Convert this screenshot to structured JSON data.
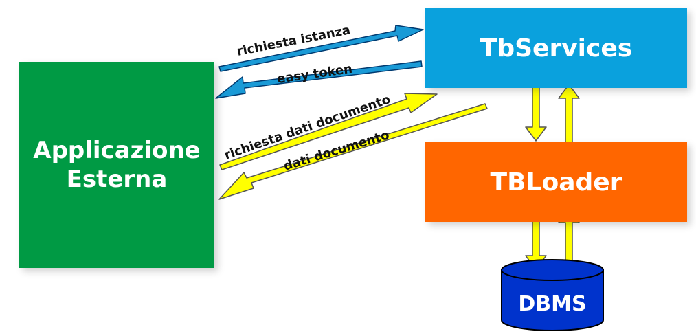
{
  "nodes": {
    "app": {
      "line1": "Applicazione",
      "line2": "Esterna"
    },
    "tbservices": {
      "label": "TbServices"
    },
    "tbloader": {
      "label": "TBLoader"
    },
    "dbms": {
      "label": "DBMS"
    }
  },
  "edges": {
    "richiesta_istanza": "richiesta istanza",
    "easy_token": "easy token",
    "richiesta_dati_documento": "richiesta dati documento",
    "dati_documento": "dati documento"
  },
  "colors": {
    "app": "#009a44",
    "tbservices": "#0aa1dd",
    "tbloader": "#ff6600",
    "dbms": "#0033cc",
    "blue_arrow": "#1a9ad6",
    "yellow_arrow": "#ffff00"
  }
}
